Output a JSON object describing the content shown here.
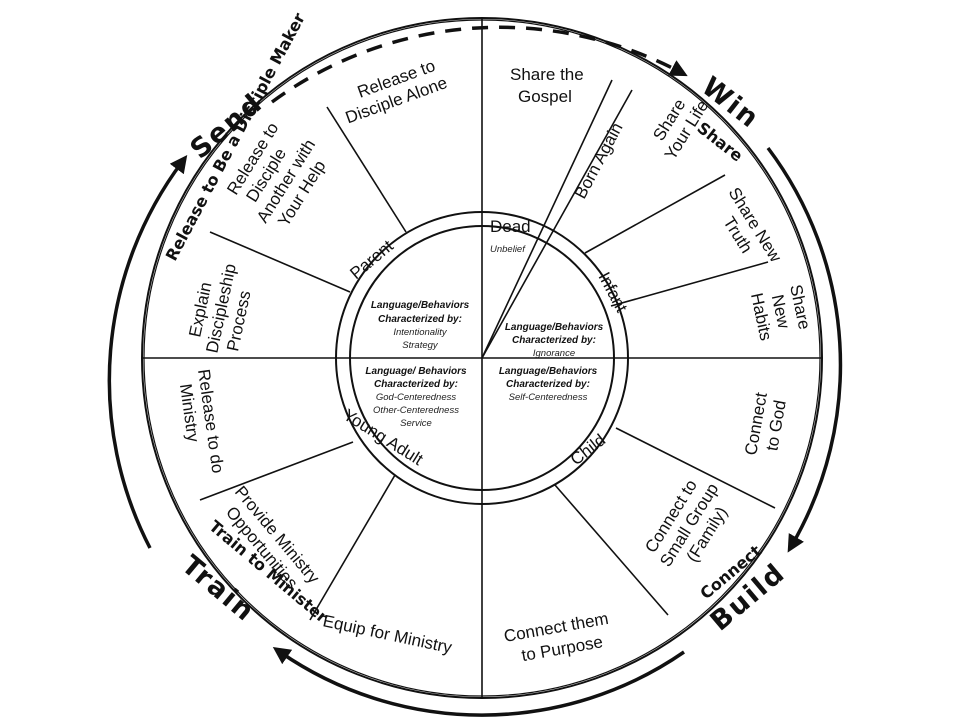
{
  "stages": {
    "dead": "Dead",
    "dead_sub": "Unbelief",
    "infant": "Infant",
    "child": "Child",
    "young_adult": "Young Adult",
    "parent": "Parent"
  },
  "outer_ring": {
    "win": "Win",
    "share": "Share",
    "build": "Build",
    "connect": "Connect",
    "train": "Train",
    "train_to_minister": "Train to Minister",
    "send": "Send",
    "release_disciple_maker": "Release to Be a Disciple Maker"
  },
  "quadrants": {
    "infant": {
      "head1": "Language/Behaviors",
      "head2": "Characterized by:",
      "items": [
        "Ignorance"
      ]
    },
    "child": {
      "head1": "Language/Behaviors",
      "head2": "Characterized by:",
      "items": [
        "Self-Centeredness"
      ]
    },
    "young_adult": {
      "head1": "Language/ Behaviors",
      "head2": "Characterized by:",
      "items": [
        "God-Centeredness",
        "Other-Centeredness",
        "Service"
      ]
    },
    "parent": {
      "head1": "Language/Behaviors",
      "head2": "Characterized by:",
      "items": [
        "Intentionality",
        "Strategy"
      ]
    }
  },
  "segments": {
    "share_gospel": [
      "Share the",
      "Gospel"
    ],
    "born_again": "Born Again",
    "share_life": [
      "Share",
      "Your Life"
    ],
    "share_truth": [
      "Share New",
      "Truth"
    ],
    "share_habits": [
      "Share",
      "New",
      "Habits"
    ],
    "connect_god": [
      "Connect",
      "to God"
    ],
    "connect_group": [
      "Connect to",
      "Small Group",
      "(Family)"
    ],
    "connect_purpose": [
      "Connect them",
      "to Purpose"
    ],
    "equip": "Equip for Ministry",
    "provide": [
      "Provide Ministry",
      "Opportunities"
    ],
    "release_ministry": [
      "Release to do",
      "Ministry"
    ],
    "explain": [
      "Explain",
      "Discipleship",
      "Process"
    ],
    "release_another": [
      "Release to",
      "Disciple",
      "Another with",
      "Your Help"
    ],
    "release_alone": [
      "Release to",
      "Disciple Alone"
    ]
  }
}
